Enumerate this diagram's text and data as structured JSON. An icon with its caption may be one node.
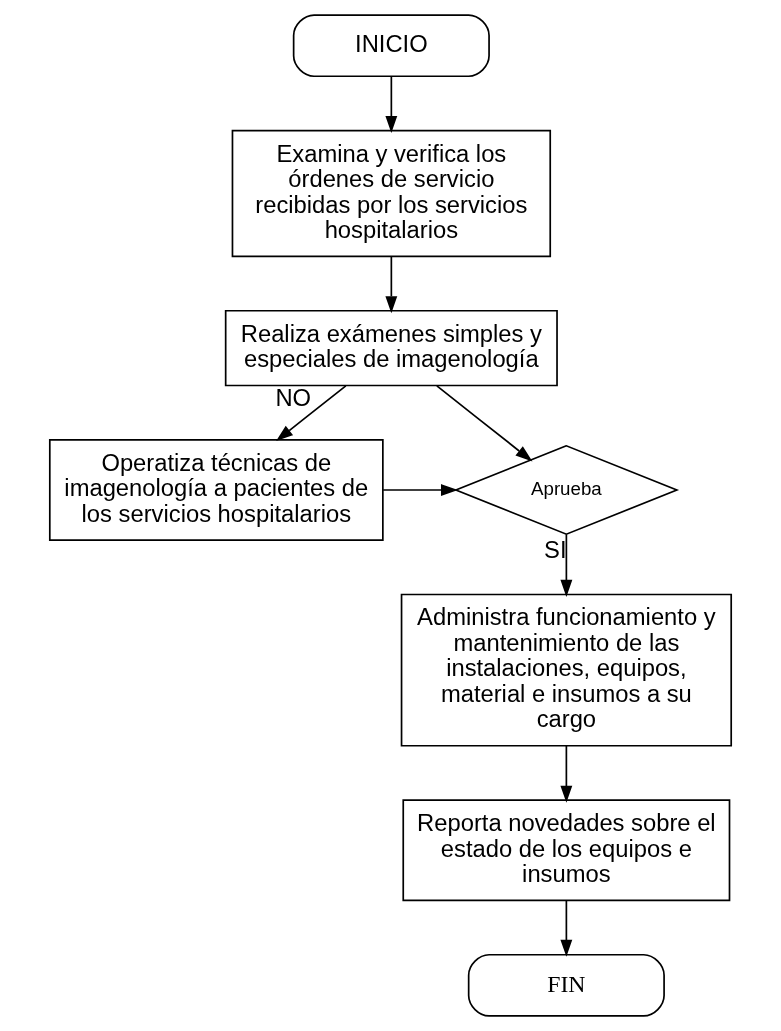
{
  "diagram": {
    "nodes": [
      {
        "text": [
          "INICIO"
        ]
      },
      {
        "text": [
          "Examina y verifica los órdenes de servicio recibidas por los servicios hospitalarios"
        ]
      },
      {
        "text": [
          "Realiza exámenes simples y especiales de imagenología"
        ]
      },
      {
        "text": [
          "Operatiza técnicas de imagenología a pacientes de los servicios hospitalarios"
        ]
      },
      {
        "text": [
          "Aprueba"
        ]
      },
      {
        "text": [
          "Administra funcionamiento y mantenimiento de las instalaciones, equipos, material e insumos a su cargo"
        ]
      },
      {
        "text": [
          "Reporta novedades sobre el estado de los equipos e insumos"
        ]
      },
      {
        "text": [
          "FIN"
        ]
      }
    ],
    "edges": [
      {
        "from": 0,
        "to": 1,
        "arrow": "to"
      },
      {
        "from": 1,
        "to": 2,
        "arrow": "to"
      },
      {
        "from": 2,
        "to": 4,
        "arrow": "to"
      },
      {
        "from": 2,
        "to": 3,
        "arrow": "to",
        "label": "NO"
      },
      {
        "from": 3,
        "to": 4,
        "arrow": "to"
      },
      {
        "from": 4,
        "to": 5,
        "arrow": "to",
        "label": "SI"
      },
      {
        "from": 5,
        "to": 6,
        "arrow": "to"
      },
      {
        "from": 6,
        "to": 7,
        "arrow": "to"
      }
    ]
  }
}
